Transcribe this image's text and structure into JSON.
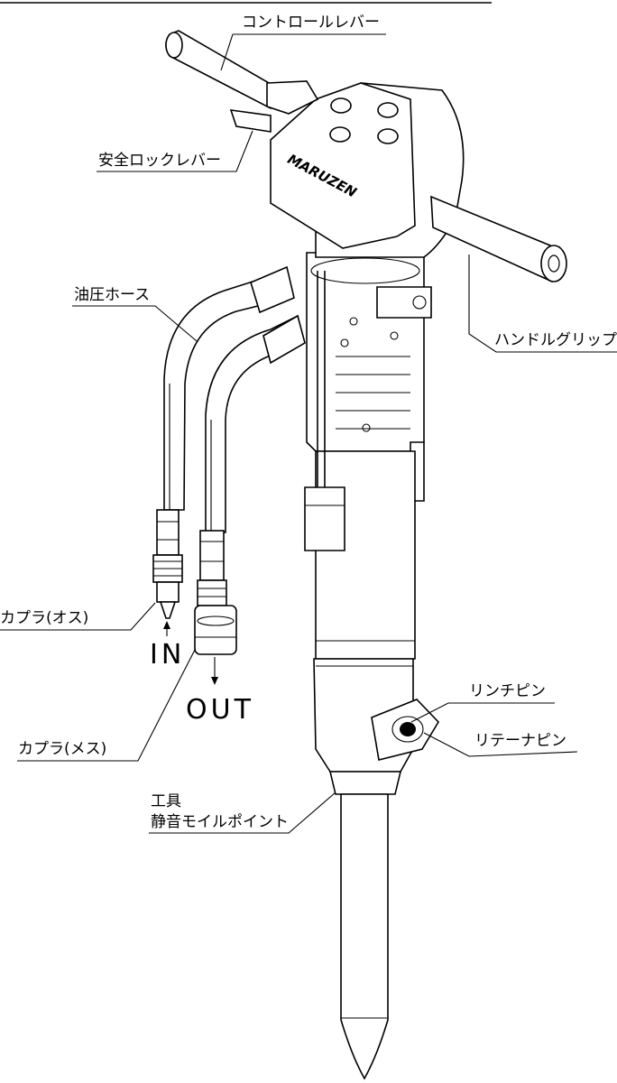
{
  "labels": {
    "control_lever": "コントロールレバー",
    "safety_lock_lever": "安全ロックレバー",
    "hydraulic_hose": "油圧ホース",
    "handle_grip": "ハンドルグリップ",
    "coupler_male": "カプラ(オス)",
    "port_in": "IN",
    "port_out": "OUT",
    "coupler_female": "カプラ(メス)",
    "lynch_pin": "リンチピン",
    "retainer_pin": "リテーナピン",
    "tool_line1": "工具",
    "tool_line2": "静音モイルポイント"
  },
  "logo_text": "MARUZEN"
}
